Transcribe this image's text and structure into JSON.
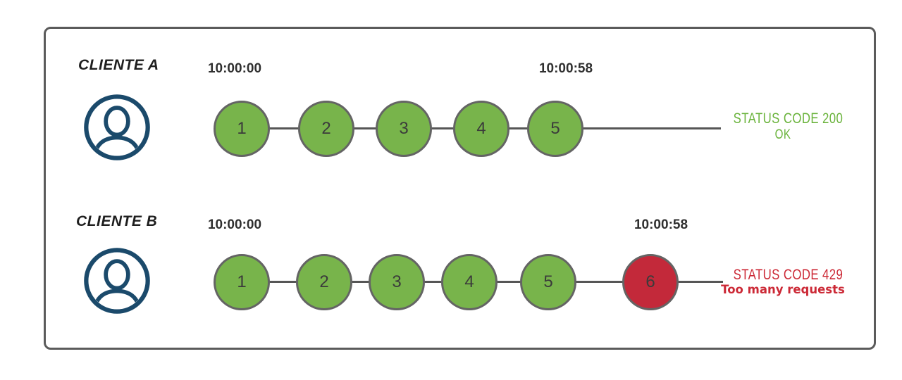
{
  "colors": {
    "ok_green": "#78b44b",
    "error_red": "#c3293a",
    "circle_border": "#646464",
    "line_gray": "#565656",
    "timestamp_text": "#2f2f2f",
    "avatar_navy": "#1b4a6b",
    "frame_border": "#5b5b5b",
    "success_text": "#6ab33c",
    "error_text": "#cc2936"
  },
  "rows": [
    {
      "client_label": "CLIENTE A",
      "start_time": "10:00:00",
      "end_time": "10:00:58",
      "requests": [
        {
          "n": "1",
          "status": "ok"
        },
        {
          "n": "2",
          "status": "ok"
        },
        {
          "n": "3",
          "status": "ok"
        },
        {
          "n": "4",
          "status": "ok"
        },
        {
          "n": "5",
          "status": "ok"
        }
      ],
      "status": {
        "type": "success",
        "line1": "STATUS CODE 200",
        "line2": "OK"
      }
    },
    {
      "client_label": "CLIENTE B",
      "start_time": "10:00:00",
      "end_time": "10:00:58",
      "requests": [
        {
          "n": "1",
          "status": "ok"
        },
        {
          "n": "2",
          "status": "ok"
        },
        {
          "n": "3",
          "status": "ok"
        },
        {
          "n": "4",
          "status": "ok"
        },
        {
          "n": "5",
          "status": "ok"
        },
        {
          "n": "6",
          "status": "error"
        }
      ],
      "status": {
        "type": "error",
        "line1": "STATUS CODE 429",
        "line2": "Too many requests"
      }
    }
  ]
}
